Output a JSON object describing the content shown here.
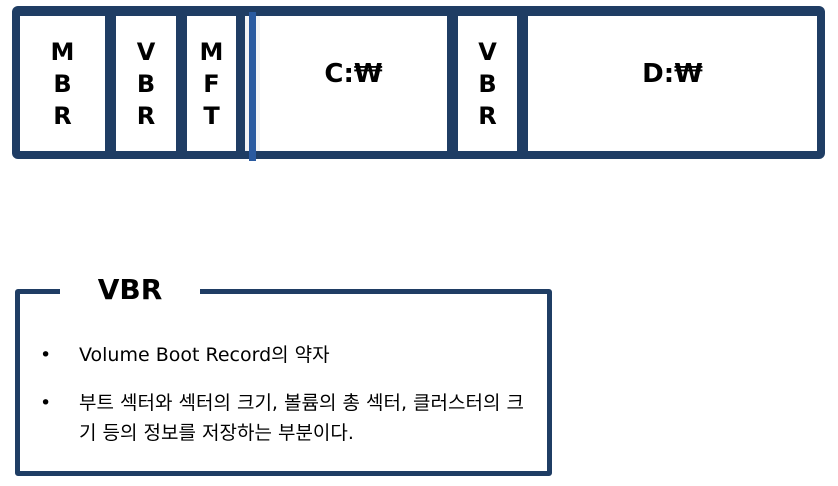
{
  "disk": {
    "segments": {
      "mbr": [
        "M",
        "B",
        "R"
      ],
      "vbr1": [
        "V",
        "B",
        "R"
      ],
      "mft": [
        "M",
        "F",
        "T"
      ],
      "c_drive": "C:₩",
      "vbr2": [
        "V",
        "B",
        "R"
      ],
      "d_drive": "D:₩"
    }
  },
  "colors": {
    "frame": "#1f3d64",
    "divider": "#2a5aa0"
  },
  "info": {
    "title": "VBR",
    "bullet": "•",
    "items": [
      "Volume Boot Record의 약자",
      "부트 섹터와 섹터의 크기, 볼륨의 총 섹터, 클러스터의 크기 등의 정보를 저장하는 부분이다."
    ]
  }
}
